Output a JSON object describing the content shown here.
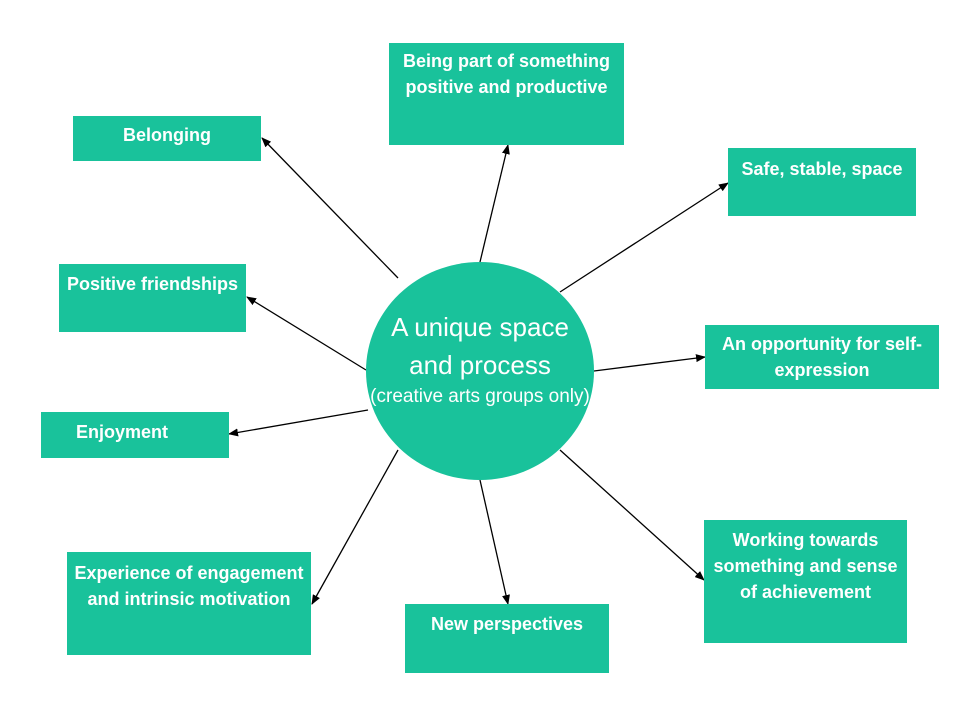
{
  "colors": {
    "node_fill": "#19c29b",
    "node_text": "#ffffff",
    "arrow": "#000000",
    "background": "#ffffff"
  },
  "center": {
    "main": "A unique space and process",
    "sub": "(creative arts groups only)"
  },
  "nodes": {
    "belonging": "Belonging",
    "being_part": "Being part of something positive and productive",
    "safe_space": "Safe, stable, space",
    "positive_friendships": "Positive friendships",
    "self_expression": "An opportunity for self-expression",
    "enjoyment": "Enjoyment",
    "engagement": "Experience of engagement and intrinsic motivation",
    "new_perspectives": "New perspectives",
    "working_towards": "Working towards something and sense of achievement"
  }
}
